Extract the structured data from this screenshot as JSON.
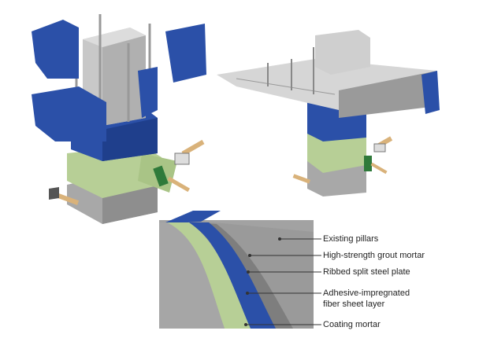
{
  "figure": {
    "labels": [
      "Existing pillars",
      "High-strength grout mortar",
      "Ribbed split steel plate",
      "Adhesive-impregnated",
      "fiber sheet layer",
      "Coating mortar"
    ],
    "colors": {
      "steel_plate": "#2a4fa8",
      "fiber_sheet": "#b7cf96",
      "concrete": "#a9a9a9",
      "grout": "#8a8a8a"
    }
  }
}
